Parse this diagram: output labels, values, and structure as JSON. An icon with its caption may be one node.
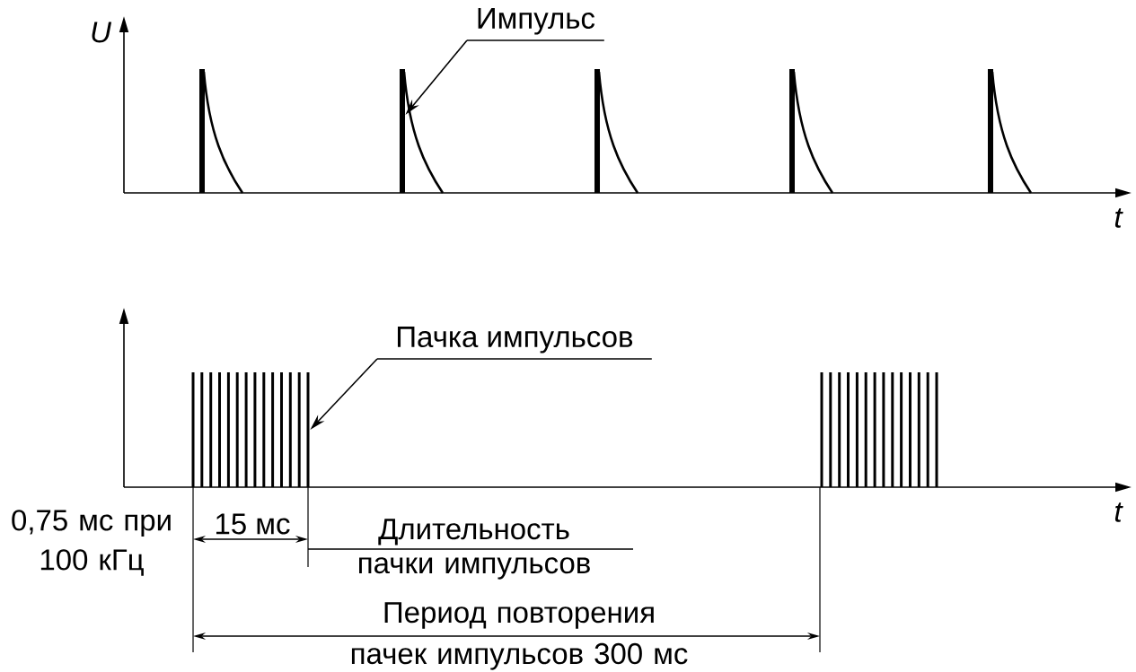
{
  "diagram": {
    "nodes": [
      {
        "text": [
          "Импульс"
        ]
      },
      {
        "text": [],
        "shape": "bar"
      },
      {
        "text": [
          "Пачка импульсов"
        ]
      },
      {
        "text": [],
        "shape": "bar"
      }
    ],
    "edges": [
      {
        "from": 0,
        "to": 1,
        "arrow": "to"
      },
      {
        "from": 2,
        "to": 3,
        "arrow": "to"
      }
    ],
    "labels": [
      "U",
      "t",
      "t",
      "0,75 мс при 100 кГц",
      "15 мс",
      "Длительность пачки импульсов",
      "Период повторения пачек импульсов 300 мс"
    ]
  }
}
